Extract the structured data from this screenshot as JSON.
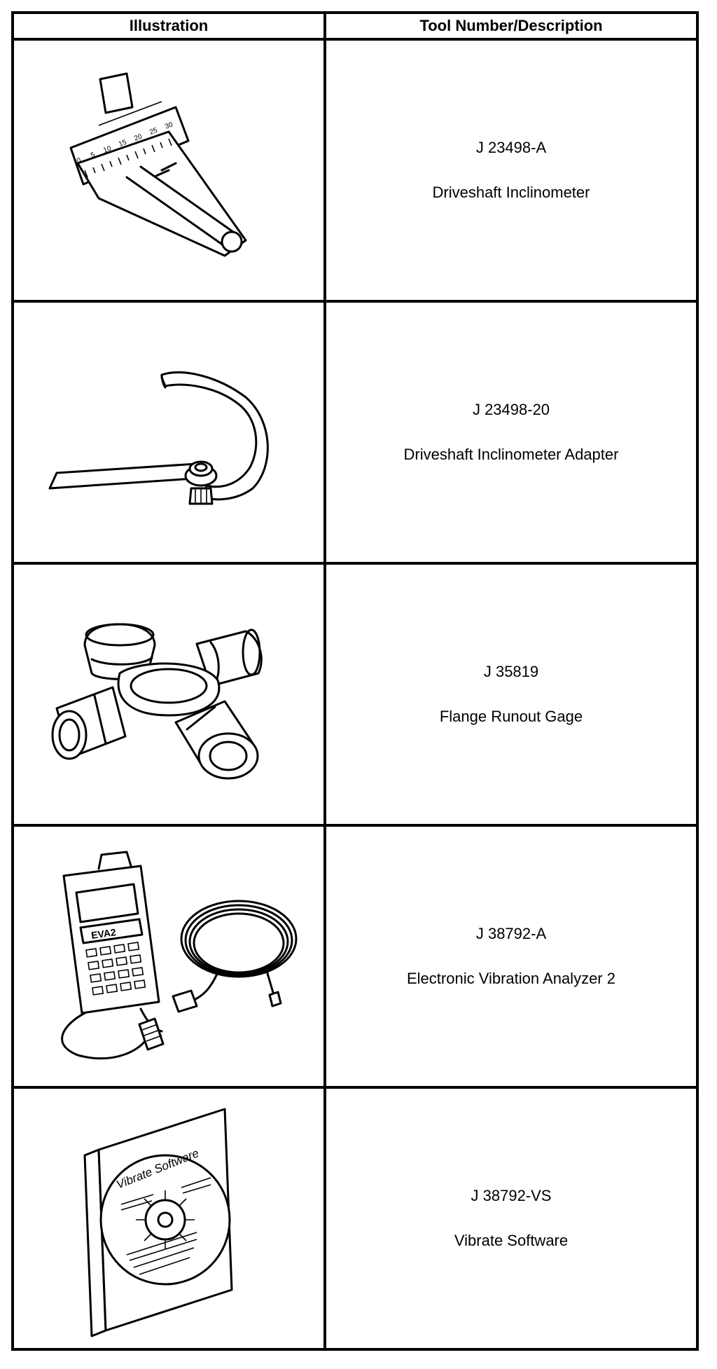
{
  "table": {
    "headers": {
      "illustration": "Illustration",
      "tool": "Tool Number/Description"
    },
    "rows": [
      {
        "tool_number": "J 23498-A",
        "description": "Driveshaft Inclinometer",
        "icon": "inclinometer-icon"
      },
      {
        "tool_number": "J 23498-20",
        "description": "Driveshaft Inclinometer Adapter",
        "icon": "inclinometer-adapter-icon"
      },
      {
        "tool_number": "J 35819",
        "description": "Flange Runout Gage",
        "icon": "universal-joint-icon"
      },
      {
        "tool_number": "J 38792-A",
        "description": "Electronic Vibration Analyzer 2",
        "icon": "vibration-analyzer-icon"
      },
      {
        "tool_number": "J 38792-VS",
        "description": "Vibrate Software",
        "icon": "software-cd-icon"
      }
    ],
    "illustration_labels": {
      "inclinometer_scale": [
        "0",
        "5",
        "10",
        "15",
        "20",
        "25",
        "30"
      ],
      "analyzer_brand": "EVA2",
      "cd_label": "Vibrate Software"
    }
  }
}
